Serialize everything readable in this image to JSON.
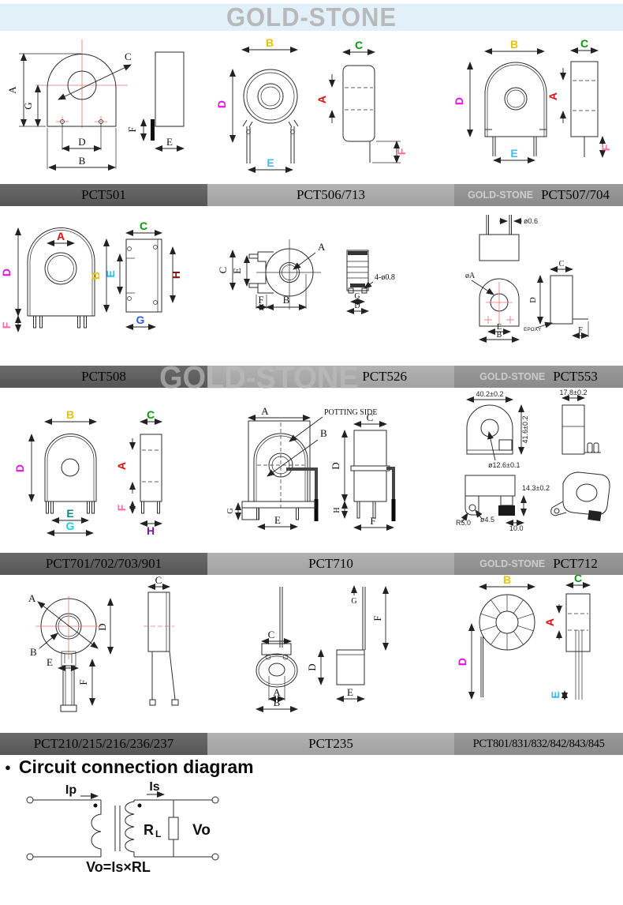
{
  "palette": {
    "header_bg": "#e2f1f9",
    "brand_gray": "#b9b9b9",
    "banner_dark": "#5d5d5d",
    "banner_light": "#a9a9a9",
    "banner_medium": "#909090",
    "label_red": "#e01010",
    "label_yellow": "#e3c400",
    "label_magenta": "#e313e3",
    "label_cyan": "#3fb9ef",
    "label_green": "#089908",
    "label_pink": "#ff6e9e",
    "label_blue": "#2d5fe0",
    "label_dark_red": "#8d1111",
    "label_teal": "#0b8a80",
    "label_bright_cyan": "#19cfe2",
    "label_purple": "#7a14a8",
    "centerline_red": "#e87272",
    "line_black": "#2b2b2b"
  },
  "icons": {
    "bullet": "●"
  },
  "header": {
    "brand": "GOLD-STONE"
  },
  "banners": [
    {
      "cells": [
        {
          "label": "PCT501",
          "shade": "dark"
        },
        {
          "label": "PCT506/713",
          "shade": "light"
        },
        {
          "label": "PCT507/704",
          "shade": "medium",
          "watermark": "GOLD-STONE"
        }
      ]
    },
    {
      "watermark_large": "GOLD-STONE",
      "cells": [
        {
          "label": "PCT508",
          "shade": "dark"
        },
        {
          "label": "PCT526",
          "shade": "light"
        },
        {
          "label": "PCT553",
          "shade": "medium",
          "watermark": "GOLD-STONE"
        }
      ]
    },
    {
      "cells": [
        {
          "label": "PCT701/702/703/901",
          "shade": "dark"
        },
        {
          "label": "PCT710",
          "shade": "light"
        },
        {
          "label": "PCT712",
          "shade": "medium",
          "watermark": "GOLD-STONE"
        }
      ]
    },
    {
      "cells": [
        {
          "label": "PCT210/215/216/236/237",
          "shade": "dark"
        },
        {
          "label": "PCT235",
          "shade": "light"
        },
        {
          "label": "PCT801/831/832/842/843/845",
          "shade": "medium"
        }
      ]
    }
  ],
  "drawings": {
    "pct501": {
      "labels": {
        "A": "A",
        "G": "G",
        "C": "C",
        "D": "D",
        "B": "B",
        "F": "F",
        "E": "E"
      }
    },
    "pct506": {
      "labels": {
        "B": "B",
        "D": "D",
        "E": "E",
        "C": "C",
        "A": "A",
        "F": "F"
      }
    },
    "pct507": {
      "labels": {
        "B": "B",
        "D": "D",
        "E": "E",
        "C": "C",
        "A": "A",
        "F": "F"
      }
    },
    "pct508": {
      "labels": {
        "A": "A",
        "D": "D",
        "F": "F",
        "C": "C",
        "B": "B",
        "E": "E",
        "H": "H",
        "G": "G"
      }
    },
    "pct526": {
      "labels": {
        "A": "A",
        "C": "C",
        "E": "E",
        "F": "F",
        "B": "B",
        "G": "G",
        "D": "D"
      },
      "note": "4-ø0.8"
    },
    "pct553": {
      "labels": {
        "E": "E",
        "B": "B",
        "C": "C",
        "D": "D",
        "F": "F"
      },
      "pin_dia": "ø0.6",
      "hole": "øA",
      "epoxy": "EPOXY"
    },
    "pct701": {
      "labels": {
        "B": "B",
        "D": "D",
        "E": "E",
        "G": "G",
        "C": "C",
        "A": "A",
        "F": "F",
        "H": "H"
      }
    },
    "pct710": {
      "labels": {
        "A": "A",
        "B": "B",
        "G": "G",
        "E": "E",
        "C": "C",
        "D": "D",
        "H": "H",
        "F": "F"
      },
      "note": "POTTING SIDE"
    },
    "pct712": {
      "dims": {
        "width": "40.2±0.2",
        "height": "41.6±0.2",
        "hole": "ø12.6±0.1",
        "side_width": "17.8±0.2",
        "pin_height": "14.3±0.2",
        "radius": "R5.0",
        "hole2": "ø4.5",
        "pitch": "10.0"
      }
    },
    "pct210": {
      "labels": {
        "A": "A",
        "B": "B",
        "D": "D",
        "E": "E",
        "F": "F",
        "C": "C"
      }
    },
    "pct235": {
      "labels": {
        "C": "C",
        "A": "A",
        "B": "B",
        "G": "G",
        "F": "F",
        "D": "D",
        "E": "E"
      }
    },
    "pct801": {
      "labels": {
        "B": "B",
        "D": "D",
        "C": "C",
        "A": "A",
        "E": "E"
      }
    }
  },
  "circuit": {
    "title": "Circuit connection diagram",
    "ip": "Ip",
    "is": "Is",
    "rl_r": "R",
    "rl_sub": "L",
    "vo": "Vo",
    "formula": "Vo=Is×RL"
  }
}
